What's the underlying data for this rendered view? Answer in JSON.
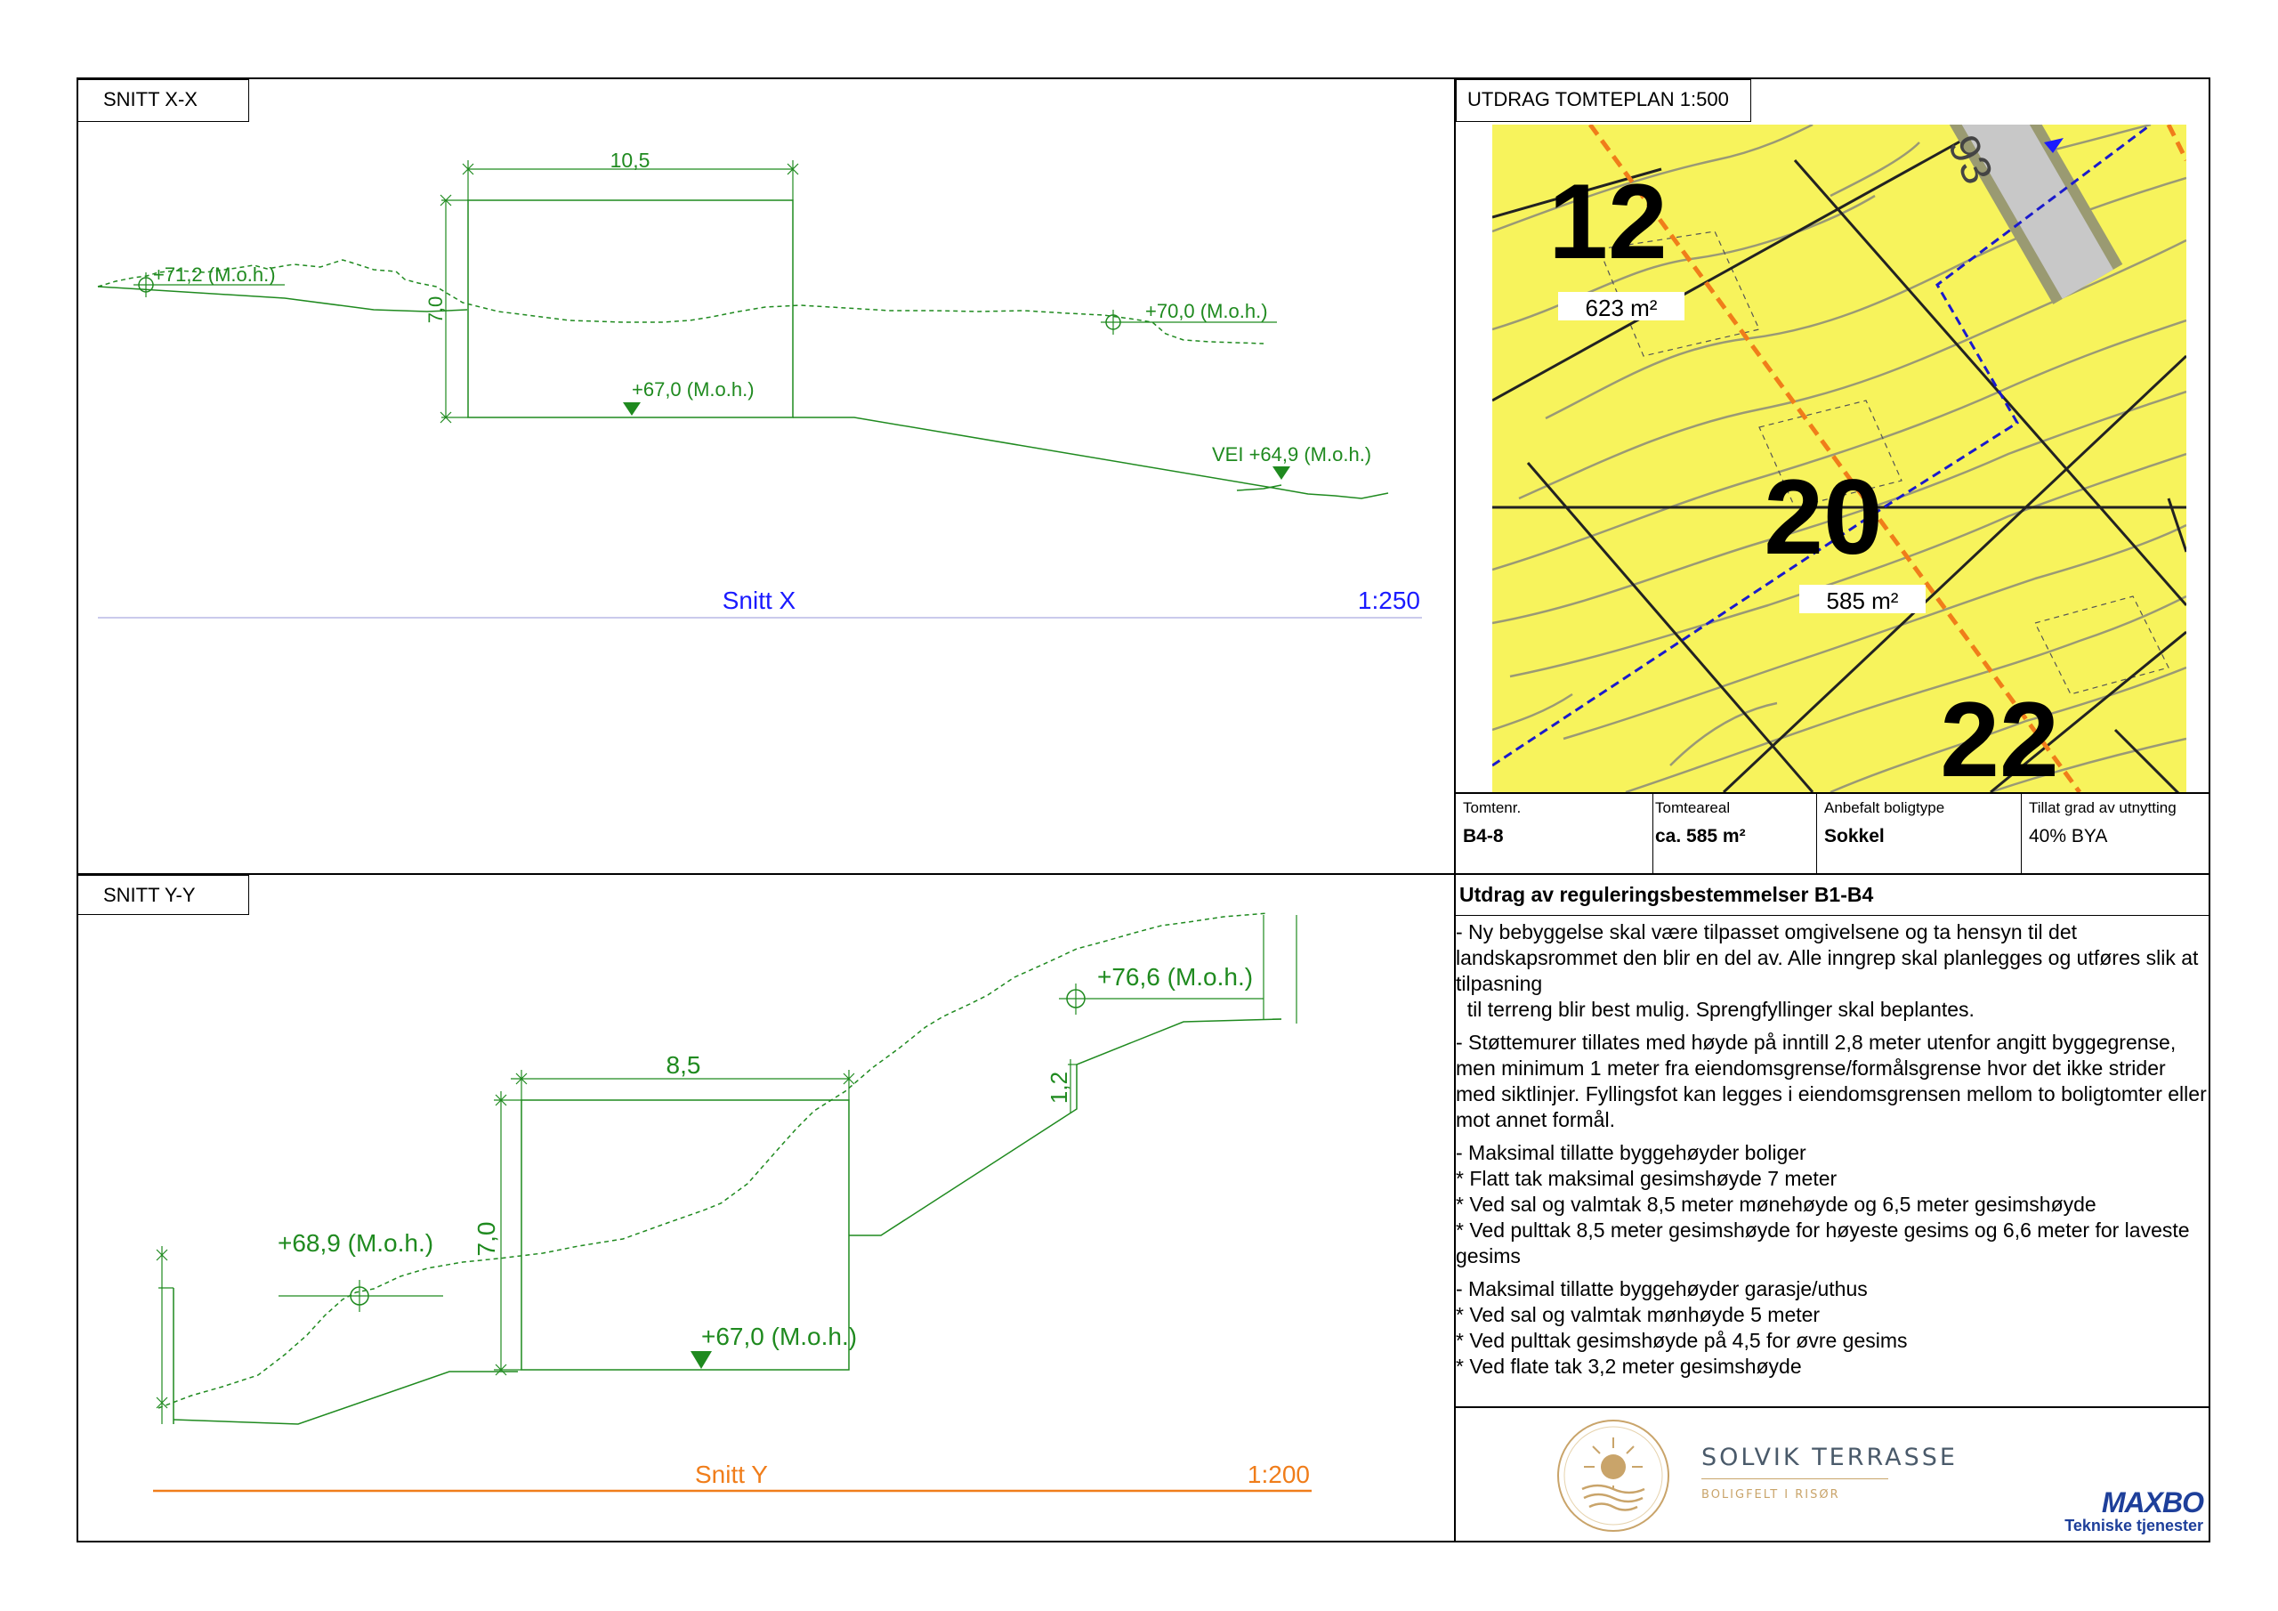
{
  "section_x": {
    "title": "SNITT X-X",
    "width_dim": "10,5",
    "height_dim": "7,0",
    "lev_left": "+71,2 (M.o.h.)",
    "lev_right": "+70,0 (M.o.h.)",
    "lev_floor": "+67,0 (M.o.h.)",
    "lev_road": "VEI +64,9 (M.o.h.)",
    "snitt_label": "Snitt X",
    "scale": "1:250"
  },
  "section_y": {
    "title": "SNITT Y-Y",
    "width_dim": "8,5",
    "height_dim": "7,0",
    "step_dim": "1,2",
    "lev_top": "+76,6 (M.o.h.)",
    "lev_left": "+68,9 (M.o.h.)",
    "lev_floor": "+67,0 (M.o.h.)",
    "snitt_label": "Snitt Y",
    "scale": "1:200"
  },
  "map": {
    "title": "UTDRAG TOMTEPLAN 1:500",
    "lots": [
      {
        "number": "12",
        "area": "623 m²"
      },
      {
        "number": "20",
        "area": "585 m²"
      },
      {
        "number": "22"
      }
    ],
    "road_label": "93"
  },
  "info": {
    "cells": [
      {
        "header": "Tomtenr.",
        "value": "B4-8"
      },
      {
        "header": "Tomteareal",
        "value": "ca. 585 m²"
      },
      {
        "header": "Anbefalt boligtype",
        "value": "Sokkel"
      },
      {
        "header": "Tillat grad av utnytting",
        "value": "40% BYA"
      }
    ]
  },
  "regulations": {
    "title": "Utdrag av reguleringsbestemmelser B1-B4",
    "paragraphs": [
      "- Ny bebyggelse skal være tilpasset omgivelsene og ta hensyn til det landskapsrommet den blir en del av. Alle inngrep skal planlegges og utføres slik at tilpasning\n  til terreng blir best mulig. Sprengfyllinger skal beplantes.",
      "- Støttemurer tillates med høyde på inntill 2,8 meter utenfor angitt byggegrense, men minimum 1 meter fra eiendomsgrense/formålsgrense hvor det ikke strider\nmed siktlinjer. Fyllingsfot kan legges i eiendomsgrensen mellom to boligtomter eller mot annet formål.",
      "- Maksimal tillatte byggehøyder boliger\n* Flatt tak maksimal gesimshøyde 7 meter\n* Ved sal og valmtak 8,5 meter mønehøyde og 6,5 meter gesimshøyde\n* Ved pulttak 8,5 meter gesimshøyde for høyeste gesims og 6,6 meter for laveste gesims",
      "- Maksimal tillatte byggehøyder garasje/uthus\n* Ved sal og valmtak mønhøyde 5 meter\n* Ved pulttak gesimshøyde på 4,5 for øvre gesims\n* Ved flate tak 3,2 meter gesimshøyde"
    ]
  },
  "logo": {
    "name": "SOLVIK TERRASSE",
    "tagline": "BOLIGFELT I RISØR",
    "brand": "MAXBO",
    "brand_sub": "Tekniske tjenester"
  },
  "colors": {
    "section_green": "#1f8a1f",
    "snitt_x_blue": "#1a1aff",
    "snitt_y_orange": "#f07d1a",
    "map_yellow": "#f7f35c",
    "logo_gold": "#c9a46a"
  }
}
